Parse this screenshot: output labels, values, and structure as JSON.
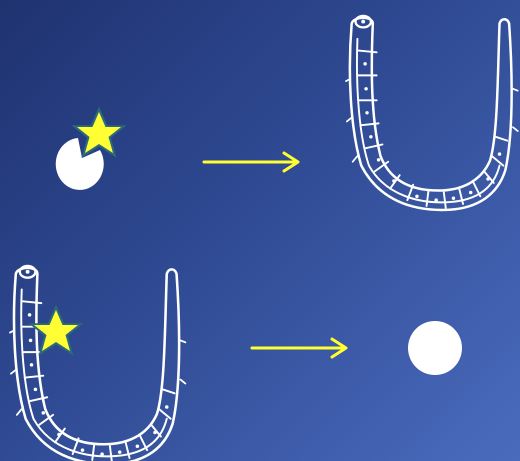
{
  "diagram": {
    "rows": [
      {
        "from": "cut-sphere-with-star",
        "to": "u-shaped-segmented-body"
      },
      {
        "from": "u-shaped-segmented-body-with-star",
        "to": "sphere"
      }
    ],
    "colors": {
      "background_dark": "#1f3270",
      "background_light": "#4a6bbd",
      "shape_fill": "#ffffff",
      "line": "#ffffff",
      "arrow": "#ffff33",
      "star_fill": "#ffff33",
      "star_outline": "#2b6a7a"
    },
    "icons": [
      "star-icon",
      "arrow-right-icon"
    ]
  }
}
